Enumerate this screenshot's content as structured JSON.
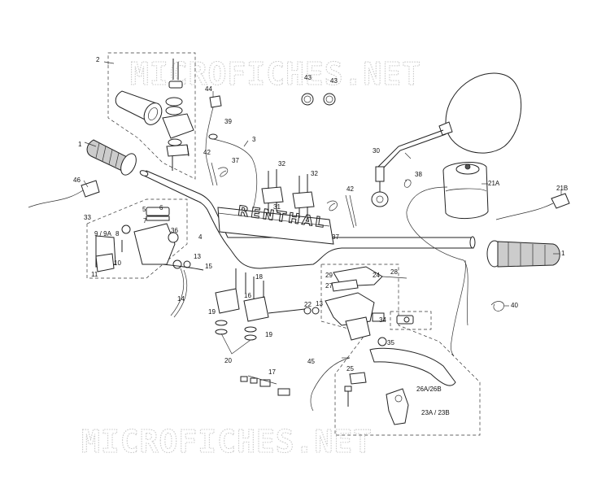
{
  "watermark": {
    "top": "MICROFICHES.NET",
    "bottom": "MICROFICHES.NET"
  },
  "bar_brand": "RENTHAL",
  "callouts": [
    {
      "id": "c-2",
      "text": "2"
    },
    {
      "id": "c-1-left",
      "text": "1"
    },
    {
      "id": "c-46",
      "text": "46"
    },
    {
      "id": "c-44",
      "text": "44"
    },
    {
      "id": "c-39",
      "text": "39"
    },
    {
      "id": "c-3",
      "text": "3"
    },
    {
      "id": "c-42-left",
      "text": "42"
    },
    {
      "id": "c-37-top",
      "text": "37"
    },
    {
      "id": "c-43-a",
      "text": "43"
    },
    {
      "id": "c-43-b",
      "text": "43"
    },
    {
      "id": "c-30",
      "text": "30"
    },
    {
      "id": "c-38",
      "text": "38"
    },
    {
      "id": "c-21a",
      "text": "21A"
    },
    {
      "id": "c-21b",
      "text": "21B"
    },
    {
      "id": "c-32-a",
      "text": "32"
    },
    {
      "id": "c-32-b",
      "text": "32"
    },
    {
      "id": "c-31",
      "text": "31"
    },
    {
      "id": "c-42-right",
      "text": "42"
    },
    {
      "id": "c-37-mid",
      "text": "37"
    },
    {
      "id": "c-33",
      "text": "33"
    },
    {
      "id": "c-5",
      "text": "5"
    },
    {
      "id": "c-6",
      "text": "6"
    },
    {
      "id": "c-7",
      "text": "7"
    },
    {
      "id": "c-9-9a",
      "text": "9 / 9A"
    },
    {
      "id": "c-8",
      "text": "8"
    },
    {
      "id": "c-36",
      "text": "36"
    },
    {
      "id": "c-4",
      "text": "4"
    },
    {
      "id": "c-10",
      "text": "10"
    },
    {
      "id": "c-11",
      "text": "11"
    },
    {
      "id": "c-13-left",
      "text": "13"
    },
    {
      "id": "c-15",
      "text": "15"
    },
    {
      "id": "c-14",
      "text": "14"
    },
    {
      "id": "c-18",
      "text": "18"
    },
    {
      "id": "c-16",
      "text": "16"
    },
    {
      "id": "c-19-a",
      "text": "19"
    },
    {
      "id": "c-19-b",
      "text": "19"
    },
    {
      "id": "c-20",
      "text": "20"
    },
    {
      "id": "c-22",
      "text": "22"
    },
    {
      "id": "c-13-right",
      "text": "13"
    },
    {
      "id": "c-29",
      "text": "29"
    },
    {
      "id": "c-24",
      "text": "24"
    },
    {
      "id": "c-28",
      "text": "28"
    },
    {
      "id": "c-27",
      "text": "27"
    },
    {
      "id": "c-34",
      "text": "34"
    },
    {
      "id": "c-35",
      "text": "35"
    },
    {
      "id": "c-40",
      "text": "40"
    },
    {
      "id": "c-1-right",
      "text": "1"
    },
    {
      "id": "c-45",
      "text": "45"
    },
    {
      "id": "c-17",
      "text": "17"
    },
    {
      "id": "c-25",
      "text": "25"
    },
    {
      "id": "c-26",
      "text": "26A/26B"
    },
    {
      "id": "c-23",
      "text": "23A / 23B"
    }
  ]
}
